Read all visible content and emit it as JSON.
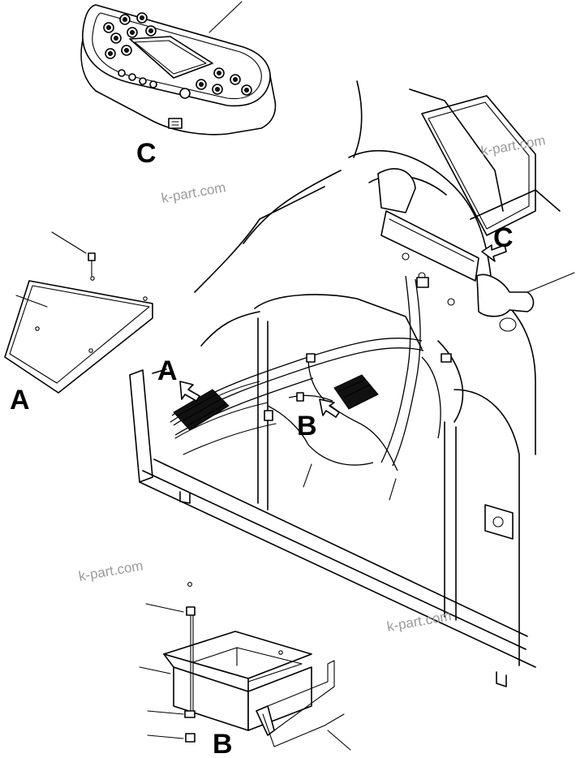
{
  "callouts": {
    "monitor": "C",
    "monitor_arrow": "C",
    "cover": "A",
    "cover_arrow": "A",
    "bracket": "B",
    "bracket_arrow": "B"
  },
  "watermarks": [
    "k-part.com",
    "k-part.com",
    "k-part.com",
    "k-part.com"
  ]
}
